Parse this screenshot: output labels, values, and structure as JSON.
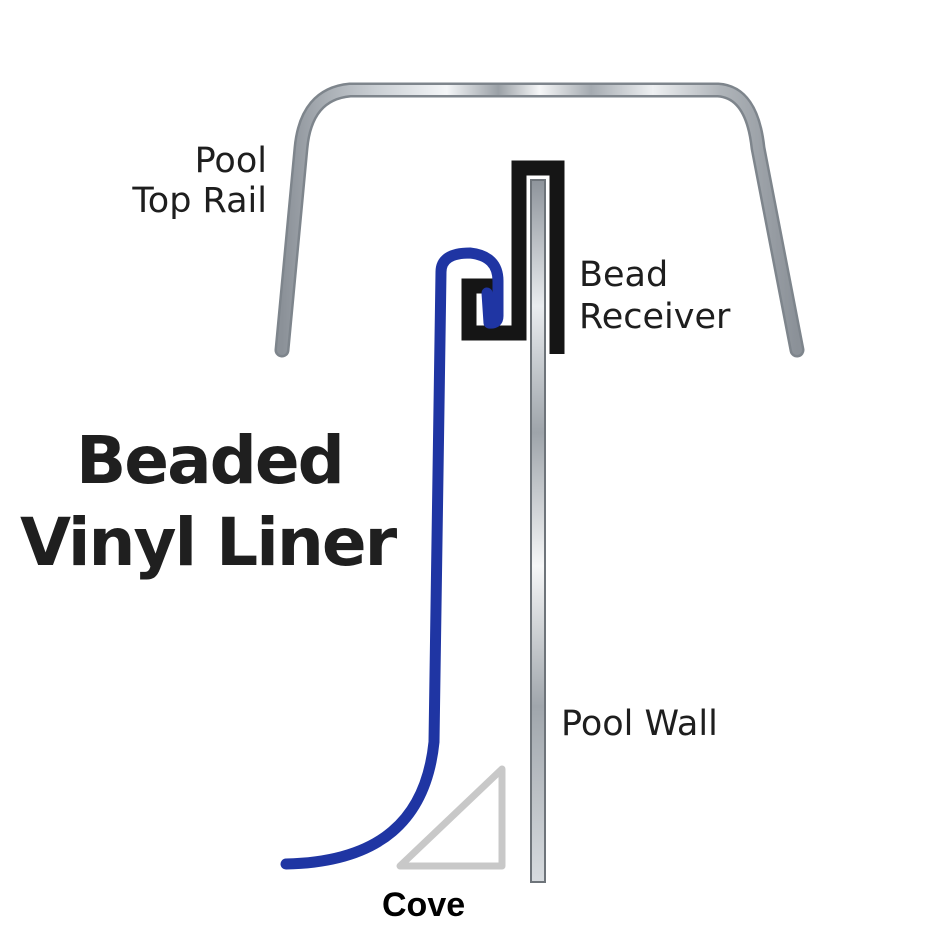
{
  "diagram": {
    "labels": {
      "top_rail": [
        "Pool",
        "Top Rail"
      ],
      "bead_receiver": [
        "Bead",
        "Receiver"
      ],
      "pool_wall": "Pool Wall",
      "cove": "Cove"
    },
    "title": [
      "Beaded",
      "Vinyl Liner"
    ]
  },
  "colors": {
    "liner": "#1f35a3",
    "receiver": "#151515",
    "cove": "#c8c8c8",
    "metal_light": "#f2f4f6",
    "metal_dark": "#8a9097"
  }
}
